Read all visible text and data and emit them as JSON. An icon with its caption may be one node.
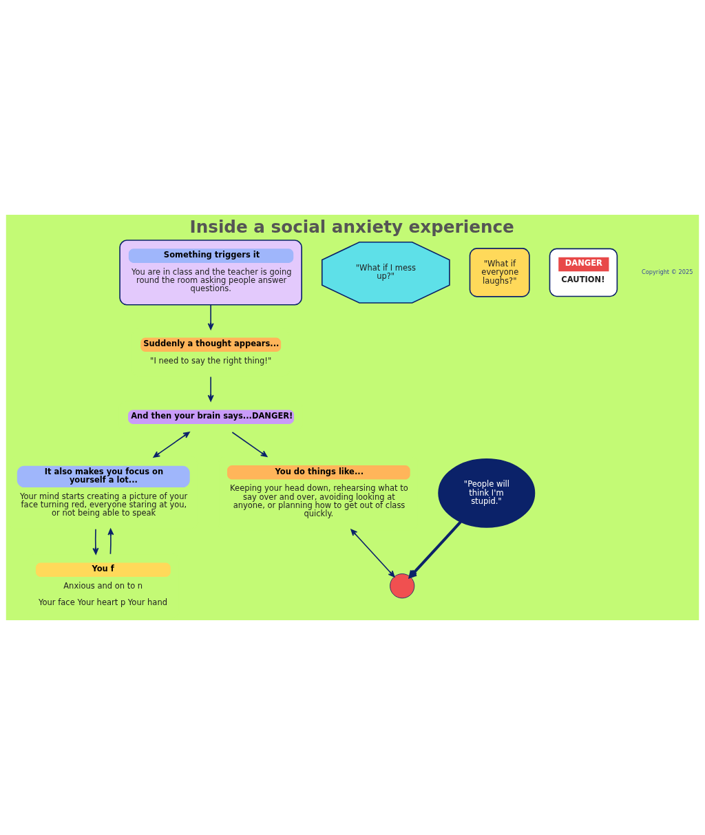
{
  "diagram": {
    "title": "Inside a social anxiety experience",
    "nodes": [
      {
        "text": [
          "Something triggers it",
          "You are in class and the teacher is going round the room asking people answer questions."
        ]
      },
      {
        "text": [
          "Suddenly a thought appears...",
          "\"I need to say the right thing!\""
        ]
      },
      {
        "text": [
          "And then your brain says...DANGER!"
        ]
      },
      {
        "text": [
          "\"What if I mess up?\""
        ]
      },
      {
        "text": [
          "\"What if everyone laughs?\""
        ]
      },
      {
        "text": [
          "\"People will think I'm stupid.\""
        ]
      },
      {
        "text": [
          "DANGER",
          "CAUTION!"
        ]
      },
      {
        "text": [
          "It also makes you focus on yourself a lot...",
          "Your mind starts creating a picture of your face turning red, everyone staring at you, or not being able to speak"
        ]
      },
      {
        "text": [
          "You do things like...",
          "Keeping your head down, rehearsing what to say over and over, avoiding looking at anyone, or planning how to get out of class quickly."
        ]
      },
      {
        "text": [
          "You f",
          "Anxious and on to n",
          "Your face Your heart p Your hand"
        ]
      },
      {
        "text": [],
        "shape": "circle"
      }
    ],
    "edges": [
      {
        "from": 0,
        "to": 1,
        "arrow": "to"
      },
      {
        "from": 1,
        "to": 2,
        "arrow": "to"
      },
      {
        "from": 2,
        "to": 7,
        "arrow": "both"
      },
      {
        "from": 9,
        "to": 7,
        "arrow": "to"
      },
      {
        "from": 7,
        "to": 9,
        "arrow": "to"
      },
      {
        "from": 2,
        "to": 8,
        "arrow": "to"
      },
      {
        "from": 5,
        "to": 10,
        "arrow": "to",
        "style": "thick"
      },
      {
        "from": 8,
        "to": 10,
        "arrow": "both"
      }
    ],
    "labels": [
      "Copyright © 2025"
    ]
  }
}
